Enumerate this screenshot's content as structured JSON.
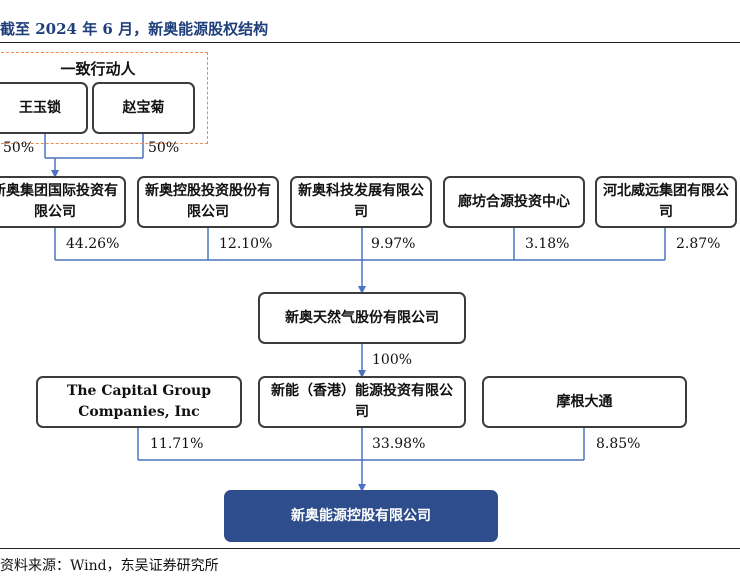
{
  "title": "截至 2024 年 6 月，新奥能源股权结构",
  "concert_group": {
    "label": "一致行动人",
    "members": [
      "王玉锁",
      "赵宝菊"
    ],
    "shares": [
      "50%",
      "50%"
    ]
  },
  "tier1": [
    {
      "name": "新奥集团国际投资有限公司",
      "share": "44.26%"
    },
    {
      "name": "新奥控股投资股份有限公司",
      "share": "12.10%"
    },
    {
      "name": "新奥科技发展有限公司",
      "share": "9.97%"
    },
    {
      "name": "廊坊合源投资中心",
      "share": "3.18%"
    },
    {
      "name": "河北威远集团有限公司",
      "share": "2.87%"
    }
  ],
  "middle": {
    "name": "新奥天然气股份有限公司",
    "share": "100%"
  },
  "tier3": [
    {
      "name": "The Capital Group Companies, Inc",
      "share": "11.71%"
    },
    {
      "name": "新能（香港）能源投资有限公司",
      "share": "33.98%"
    },
    {
      "name": "摩根大通",
      "share": "8.85%"
    }
  ],
  "target": {
    "name": "新奥能源控股有限公司"
  },
  "source": "资料来源：Wind，东吴证券研究所",
  "colors": {
    "line": "#4a72c0",
    "final_box": "#2e4d8c",
    "dashed_border": "#ef8a4a",
    "title": "#1f3f7a"
  }
}
